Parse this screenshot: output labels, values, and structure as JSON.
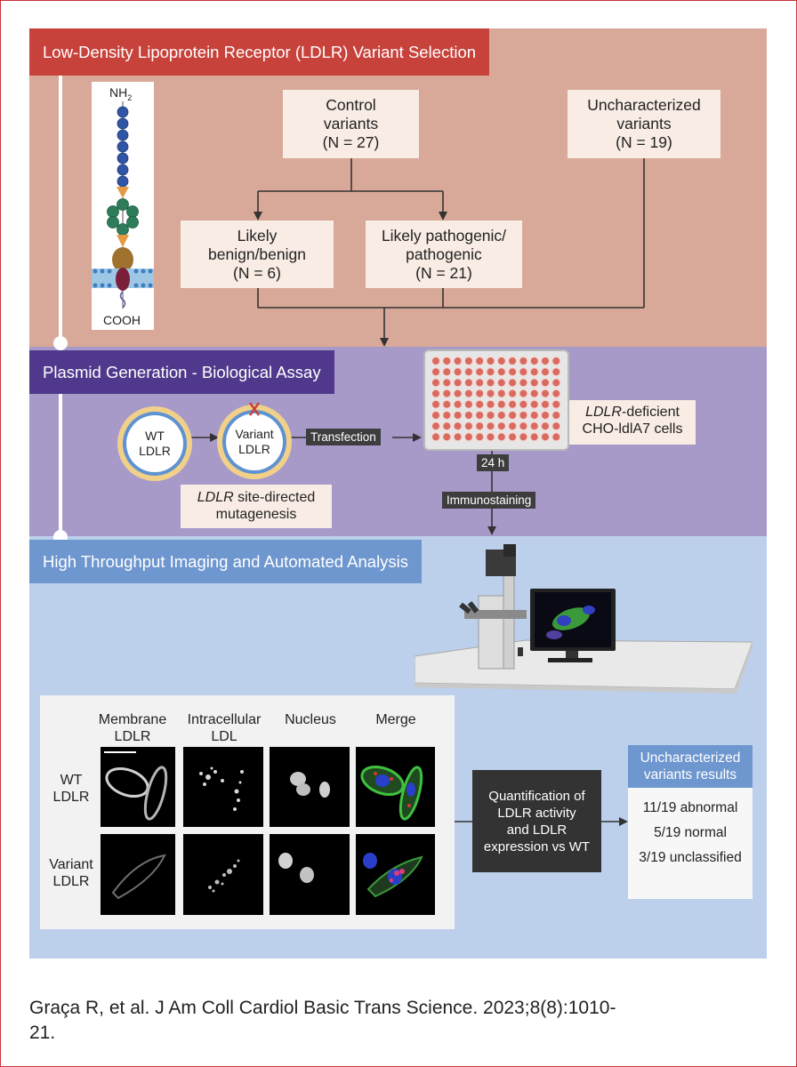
{
  "sections": {
    "selection_title": "Low-Density Lipoprotein Receptor (LDLR) Variant Selection",
    "assay_title": "Plasmid Generation - Biological Assay",
    "imaging_title": "High Throughput Imaging and Automated Analysis"
  },
  "receptor": {
    "top_label": "NH",
    "top_sub": "2",
    "bottom_label": "COOH"
  },
  "flow": {
    "control": {
      "line1": "Control",
      "line2": "variants",
      "line3": "(N = 27)"
    },
    "uncharacterized": {
      "line1": "Uncharacterized",
      "line2": "variants",
      "line3": "(N = 19)"
    },
    "benign": {
      "line1": "Likely",
      "line2": "benign/benign",
      "line3": "(N = 6)"
    },
    "pathogenic": {
      "line1": "Likely pathogenic/",
      "line2": "pathogenic",
      "line3": "(N = 21)"
    }
  },
  "assay": {
    "wt_plasmid": {
      "line1": "WT",
      "line2": "LDLR"
    },
    "variant_plasmid": {
      "line1": "Variant",
      "line2": "LDLR"
    },
    "transfection": "Transfection",
    "mutagenesis": {
      "gene": "LDLR",
      "rest1": " site-directed",
      "line2": "mutagenesis"
    },
    "cells": {
      "gene": "LDLR",
      "rest1": "-deficient",
      "line2": "CHO-ldlA7 cells"
    },
    "time": "24 h",
    "immunostaining": "Immunostaining"
  },
  "microscopy": {
    "columns": [
      {
        "line1": "Membrane",
        "line2": "LDLR"
      },
      {
        "line1": "Intracellular",
        "line2": "LDL"
      },
      {
        "line1": "Nucleus",
        "line2": ""
      },
      {
        "line1": "Merge",
        "line2": ""
      }
    ],
    "rows": [
      {
        "line1": "WT",
        "line2": "LDLR"
      },
      {
        "line1": "Variant",
        "line2": "LDLR"
      }
    ]
  },
  "quantification": {
    "line1": "Quantification of",
    "line2": "LDLR activity",
    "line3": "and LDLR",
    "line4": "expression vs WT"
  },
  "results": {
    "header1": "Uncharacterized",
    "header2": "variants results",
    "items": [
      "11/19 abnormal",
      "5/19 normal",
      "3/19 unclassified"
    ]
  },
  "citation": {
    "line1": "Graça R, et al. J Am Coll Cardiol Basic Trans Science. 2023;8(8):1010-",
    "line2": "21."
  },
  "colors": {
    "selection_bg": "#d8a898",
    "selection_header": "#c8423c",
    "assay_bg": "#a79ac9",
    "assay_header": "#50398c",
    "imaging_bg": "#bcd0ec",
    "imaging_header": "#6e96cf"
  }
}
